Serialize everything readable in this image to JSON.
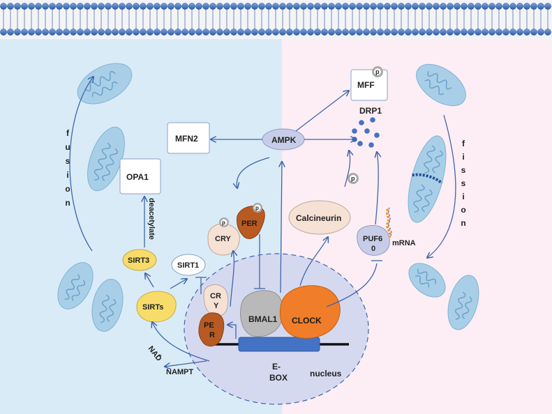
{
  "labels": {
    "mff": "MFF",
    "drp1": "DRP1",
    "mfn2": "MFN2",
    "ampk": "AMPK",
    "opa1": "OPA1",
    "deacetylate": "deacetylate",
    "sirt3": "SIRT3",
    "sirt1": "SIRT1",
    "sirts": "SIRTs",
    "nad": "NAD",
    "nad_sup": "+",
    "nampt": "NAMPT",
    "cry_outer": "CRY",
    "per_outer": "PER",
    "cry_nuc_1": "CR",
    "cry_nuc_2": "Y",
    "per_nuc_1": "PE",
    "per_nuc_2": "R",
    "bmal1": "BMAL1",
    "clock": "CLOCK",
    "calcineurin": "Calcineurin",
    "puf60_1": "PUF6",
    "puf60_2": "0",
    "mrna": "mRNA",
    "ebox_1": "E-",
    "ebox_2": "BOX",
    "nucleus": "nucleus",
    "p": "p",
    "fusion_letters": [
      "f",
      "u",
      "s",
      "i",
      "o",
      "n"
    ],
    "fission_letters": [
      "f",
      "i",
      "s",
      "s",
      "i",
      "o",
      "n"
    ]
  },
  "colors": {
    "left_panel": "#d9ebf7",
    "right_panel": "#fceef4",
    "nucleus_fill": "#d5d9f0",
    "ampk_fill": "#c7cde8",
    "sirt_fill": "#f7dc6a",
    "per_fill": "#b85a22",
    "cry_fill": "#f6e1d5",
    "bmal1_fill": "#b9b9b9",
    "clock_fill": "#ef7d2a",
    "calcineurin_fill": "#f6e1d5",
    "puf60_fill": "#c7cde8",
    "dna_line": "#111111",
    "ebox_fill": "#4472c4",
    "arrow": "#3f64a8",
    "membrane_head": "#4472c4",
    "drp1_dot": "#4472c4",
    "phospho": "#a9a9a9"
  }
}
